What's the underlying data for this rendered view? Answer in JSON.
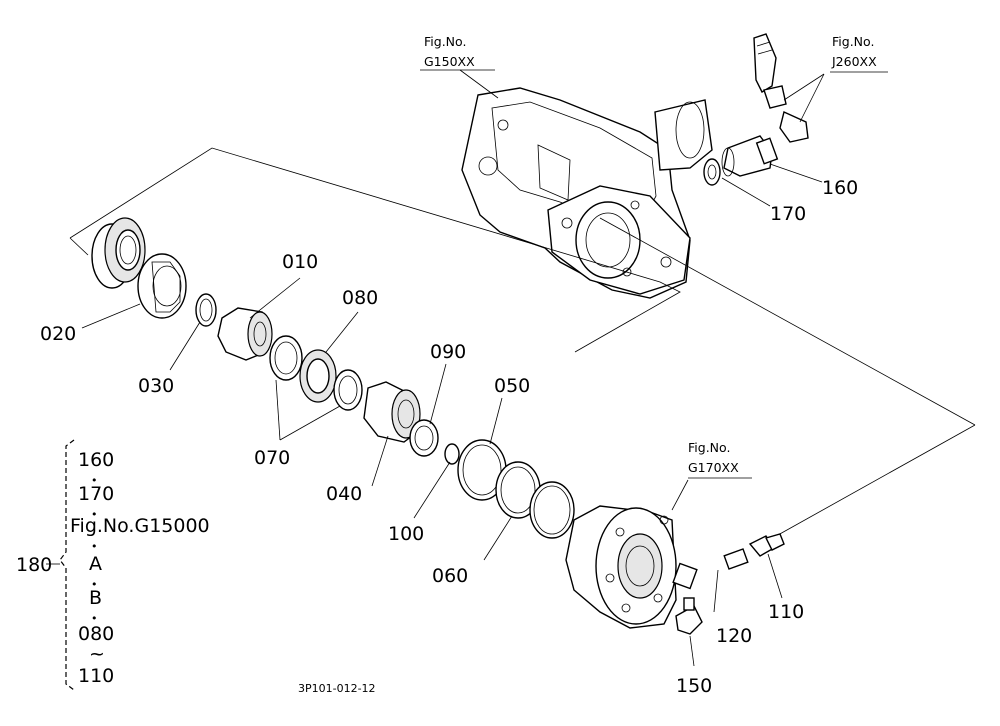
{
  "parts": {
    "p010": "010",
    "p020": "020",
    "p030": "030",
    "p040": "040",
    "p050": "050",
    "p060": "060",
    "p070": "070",
    "p080": "080",
    "p090": "090",
    "p100": "100",
    "p110": "110",
    "p120": "120",
    "p150": "150",
    "p160": "160",
    "p170": "170"
  },
  "figs": {
    "g150": {
      "line1": "Fig.No.",
      "line2": "G150XX"
    },
    "j260": {
      "line1": "Fig.No.",
      "line2": "J260XX"
    },
    "g170": {
      "line1": "Fig.No.",
      "line2": "G170XX"
    }
  },
  "legend": {
    "assembly": "180",
    "items": [
      "160",
      "•",
      "170",
      "•",
      "Fig.No.G15000",
      "•",
      "A",
      "•",
      "B",
      "•",
      "080",
      "~",
      "110"
    ]
  },
  "drawing_code": "3P101-012-12"
}
